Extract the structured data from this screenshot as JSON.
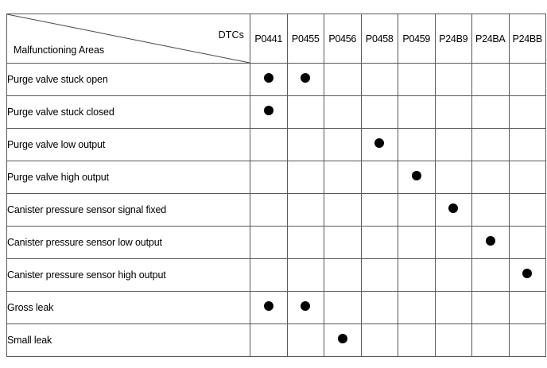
{
  "table": {
    "corner": {
      "column_axis_label": "DTCs",
      "row_axis_label": "Malfunctioning Areas",
      "diagonal_icon": "diagonal-divider-line"
    },
    "columns": [
      "P0441",
      "P0455",
      "P0456",
      "P0458",
      "P0459",
      "P24B9",
      "P24BA",
      "P24BB"
    ],
    "rows": [
      {
        "area": "Purge valve stuck open",
        "marks": [
          true,
          true,
          false,
          false,
          false,
          false,
          false,
          false
        ]
      },
      {
        "area": "Purge valve stuck closed",
        "marks": [
          true,
          false,
          false,
          false,
          false,
          false,
          false,
          false
        ]
      },
      {
        "area": "Purge valve low output",
        "marks": [
          false,
          false,
          false,
          true,
          false,
          false,
          false,
          false
        ]
      },
      {
        "area": "Purge valve high output",
        "marks": [
          false,
          false,
          false,
          false,
          true,
          false,
          false,
          false
        ]
      },
      {
        "area": "Canister pressure sensor signal fixed",
        "marks": [
          false,
          false,
          false,
          false,
          false,
          true,
          false,
          false
        ]
      },
      {
        "area": "Canister pressure sensor low output",
        "marks": [
          false,
          false,
          false,
          false,
          false,
          false,
          true,
          false
        ]
      },
      {
        "area": "Canister pressure sensor high output",
        "marks": [
          false,
          false,
          false,
          false,
          false,
          false,
          false,
          true
        ]
      },
      {
        "area": "Gross leak",
        "marks": [
          true,
          true,
          false,
          false,
          false,
          false,
          false,
          false
        ]
      },
      {
        "area": "Small leak",
        "marks": [
          false,
          false,
          true,
          false,
          false,
          false,
          false,
          false
        ]
      }
    ],
    "mark_symbol": "filled-circle-dot",
    "colors": {
      "grid": "#595959",
      "text": "#000000",
      "mark": "#000000",
      "background": "#ffffff"
    }
  }
}
